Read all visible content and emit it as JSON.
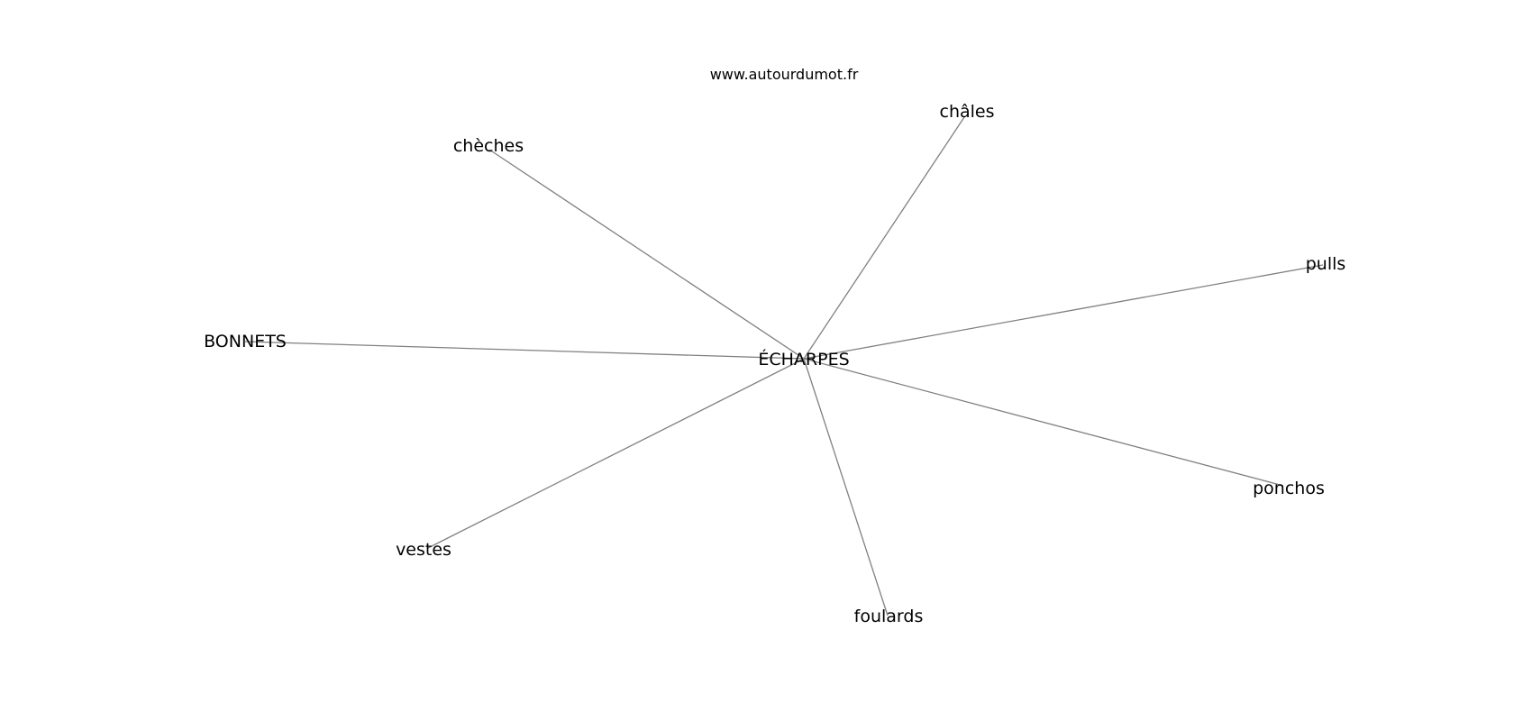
{
  "source": "www.autourdumot.fr",
  "center": {
    "label": "ÉCHARPES"
  },
  "nodes": [
    {
      "id": "chales",
      "label": "châles"
    },
    {
      "id": "cheches",
      "label": "chèches"
    },
    {
      "id": "pulls",
      "label": "pulls"
    },
    {
      "id": "bonnets",
      "label": "BONNETS"
    },
    {
      "id": "ponchos",
      "label": "ponchos"
    },
    {
      "id": "vestes",
      "label": "vestes"
    },
    {
      "id": "foulards",
      "label": "foulards"
    }
  ],
  "edges": [
    {
      "from": "center",
      "to": "chales"
    },
    {
      "from": "center",
      "to": "cheches"
    },
    {
      "from": "center",
      "to": "pulls"
    },
    {
      "from": "center",
      "to": "bonnets"
    },
    {
      "from": "center",
      "to": "ponchos"
    },
    {
      "from": "center",
      "to": "vestes"
    },
    {
      "from": "center",
      "to": "foulards"
    }
  ],
  "colors": {
    "edge": "#808080",
    "text": "#000000",
    "background": "#ffffff"
  }
}
